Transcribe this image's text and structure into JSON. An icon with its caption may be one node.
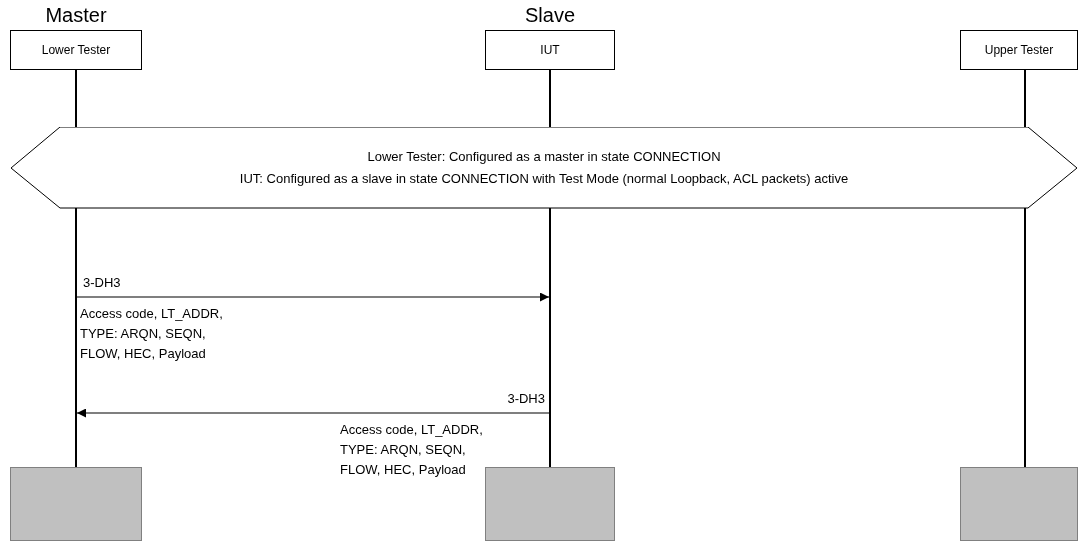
{
  "diagram": {
    "nodes": [
      {
        "text": [
          "Lower Tester"
        ],
        "beside": [
          "Master"
        ]
      },
      {
        "text": [
          "IUT"
        ],
        "beside": [
          "Slave"
        ]
      },
      {
        "text": [
          "Upper Tester"
        ]
      },
      {
        "text": [
          "Lower Tester: Configured as a master in state CONNECTION",
          "IUT: Configured as a slave in state CONNECTION with Test Mode (normal Loopback, ACL packets) active"
        ]
      },
      {
        "text": [],
        "shape": "bar"
      },
      {
        "text": [],
        "shape": "bar"
      },
      {
        "text": [],
        "shape": "bar"
      },
      {
        "text": [],
        "shape": "box"
      },
      {
        "text": [],
        "shape": "box"
      },
      {
        "text": [],
        "shape": "box"
      }
    ],
    "edges": [
      {
        "from": 4,
        "to": 5,
        "arrow": "to",
        "label": "3-DH3"
      },
      {
        "from": 5,
        "to": 4,
        "arrow": "to",
        "label": "3-DH3"
      }
    ],
    "labels": [
      "Access code, LT_ADDR, TYPE: ARQN, SEQN, FLOW, HEC, Payload",
      "Access code, LT_ADDR, TYPE: ARQN, SEQN, FLOW, HEC, Payload"
    ]
  }
}
